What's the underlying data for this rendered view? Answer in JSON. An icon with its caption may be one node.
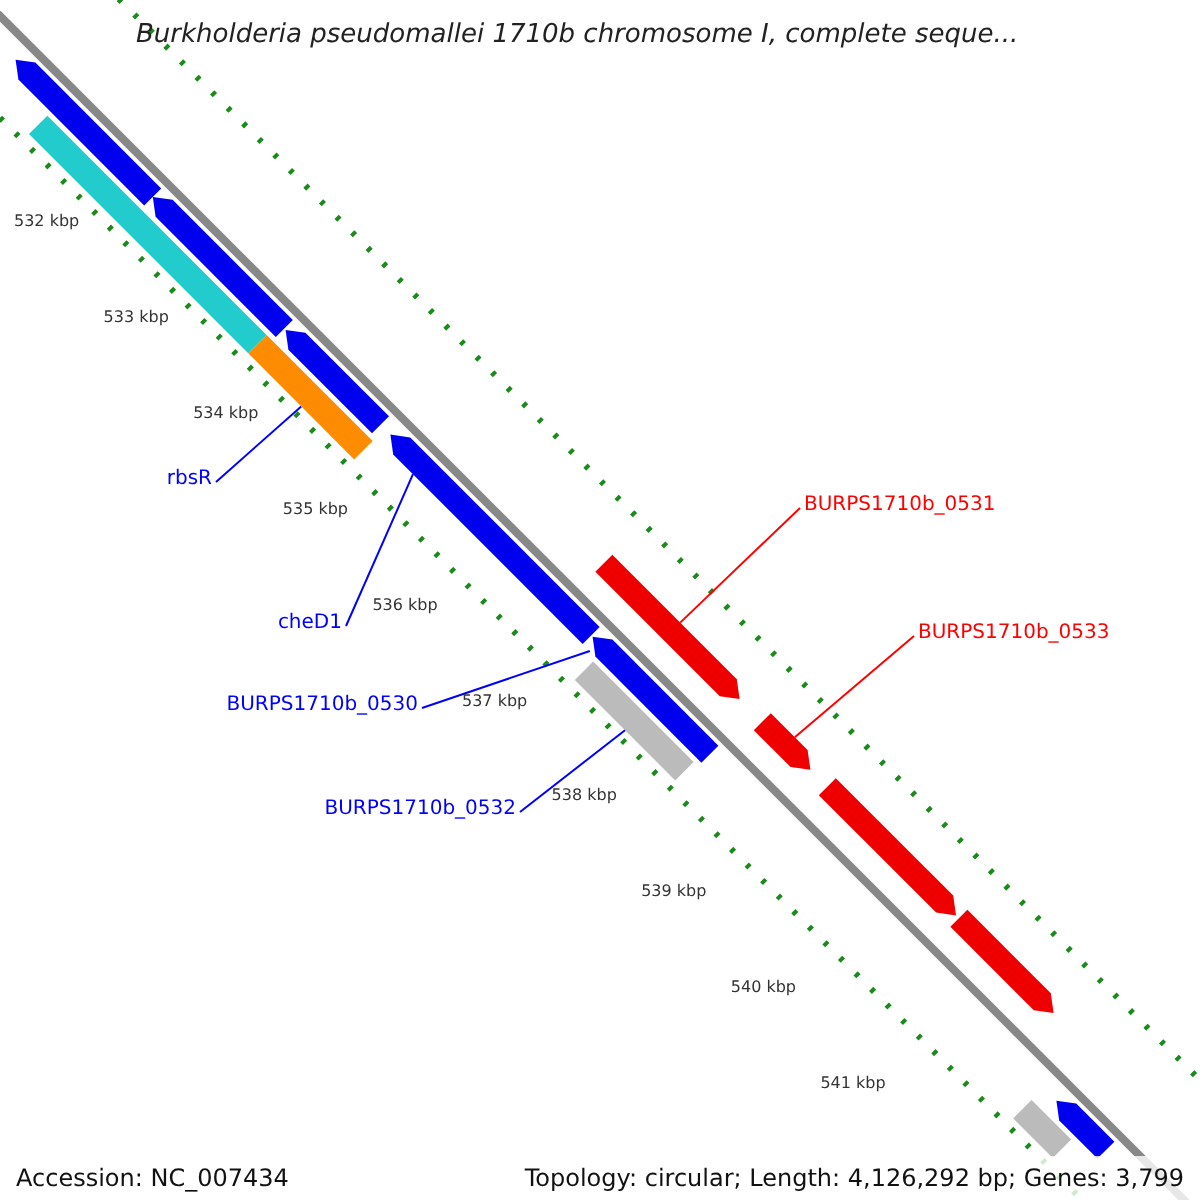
{
  "diagram": {
    "title": "Burkholderia pseudomallei 1710b chromosome I, complete seque...",
    "nodes": [
      {
        "text": [],
        "shape": "bar"
      },
      {
        "text": [],
        "shape": "bar"
      },
      {
        "text": [],
        "shape": "bar"
      },
      {
        "text": [],
        "shape": "bar"
      },
      {
        "text": [],
        "shape": "bar"
      },
      {
        "text": [],
        "shape": "bar"
      },
      {
        "text": [],
        "shape": "bar"
      },
      {
        "text": [],
        "shape": "bar"
      },
      {
        "text": [],
        "shape": "bar"
      },
      {
        "text": [],
        "shape": "bar"
      },
      {
        "text": [],
        "shape": "bar"
      },
      {
        "text": [],
        "shape": "bar"
      },
      {
        "text": [],
        "shape": "bar"
      },
      {
        "text": [],
        "shape": "bar"
      },
      {
        "text": [
          "rbsR"
        ]
      },
      {
        "text": [
          "cheD1"
        ]
      },
      {
        "text": [
          "BURPS1710b_0530"
        ]
      },
      {
        "text": [
          "BURPS1710b_0532"
        ]
      },
      {
        "text": [
          "BURPS1710b_0531"
        ]
      },
      {
        "text": [
          "BURPS1710b_0533"
        ]
      }
    ],
    "edges": [
      {
        "from": 14,
        "to": 4,
        "arrow": "none"
      },
      {
        "from": 15,
        "to": 5,
        "arrow": "none"
      },
      {
        "from": 16,
        "to": 8,
        "arrow": "none"
      },
      {
        "from": 17,
        "to": 7,
        "arrow": "none"
      },
      {
        "from": 18,
        "to": 6,
        "arrow": "none",
        "color": "#ff0000"
      },
      {
        "from": 19,
        "to": 9,
        "arrow": "none",
        "color": "#ff0000"
      }
    ],
    "labels": [
      "532 kbp",
      "533 kbp",
      "534 kbp",
      "535 kbp",
      "536 kbp",
      "537 kbp",
      "538 kbp",
      "539 kbp",
      "540 kbp",
      "541 kbp",
      "Accession: NC_007434",
      "Topology: circular; Length: 4,126,292 bp; Genes: 3,799"
    ]
  }
}
